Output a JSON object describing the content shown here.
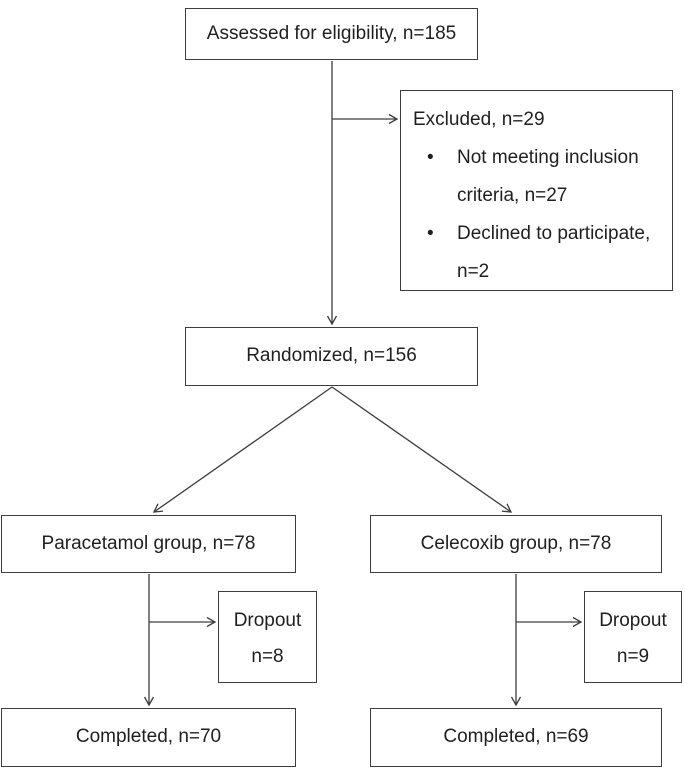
{
  "diagram": {
    "kind": "clinical-trial-flowchart",
    "colors": {
      "background": "#ffffff",
      "line": "#3d3d3d",
      "text": "#1f1f1f"
    },
    "nodes": {
      "assessed": {
        "label": "Assessed for eligibility, n=185"
      },
      "excluded": {
        "title": "Excluded, n=29",
        "bullets": [
          {
            "line1": "Not meeting inclusion",
            "line2": "criteria, n=27"
          },
          {
            "line1": "Declined to participate,",
            "line2": "n=2"
          }
        ]
      },
      "randomized": {
        "label": "Randomized, n=156"
      },
      "paracetamol": {
        "label": "Paracetamol group, n=78"
      },
      "celecoxib": {
        "label": "Celecoxib group, n=78"
      },
      "dropout_paracetamol": {
        "line1": "Dropout",
        "line2": "n=8"
      },
      "dropout_celecoxib": {
        "line1": "Dropout",
        "line2": "n=9"
      },
      "completed_paracetamol": {
        "label": "Completed, n=70"
      },
      "completed_celecoxib": {
        "label": "Completed, n=69"
      }
    }
  }
}
